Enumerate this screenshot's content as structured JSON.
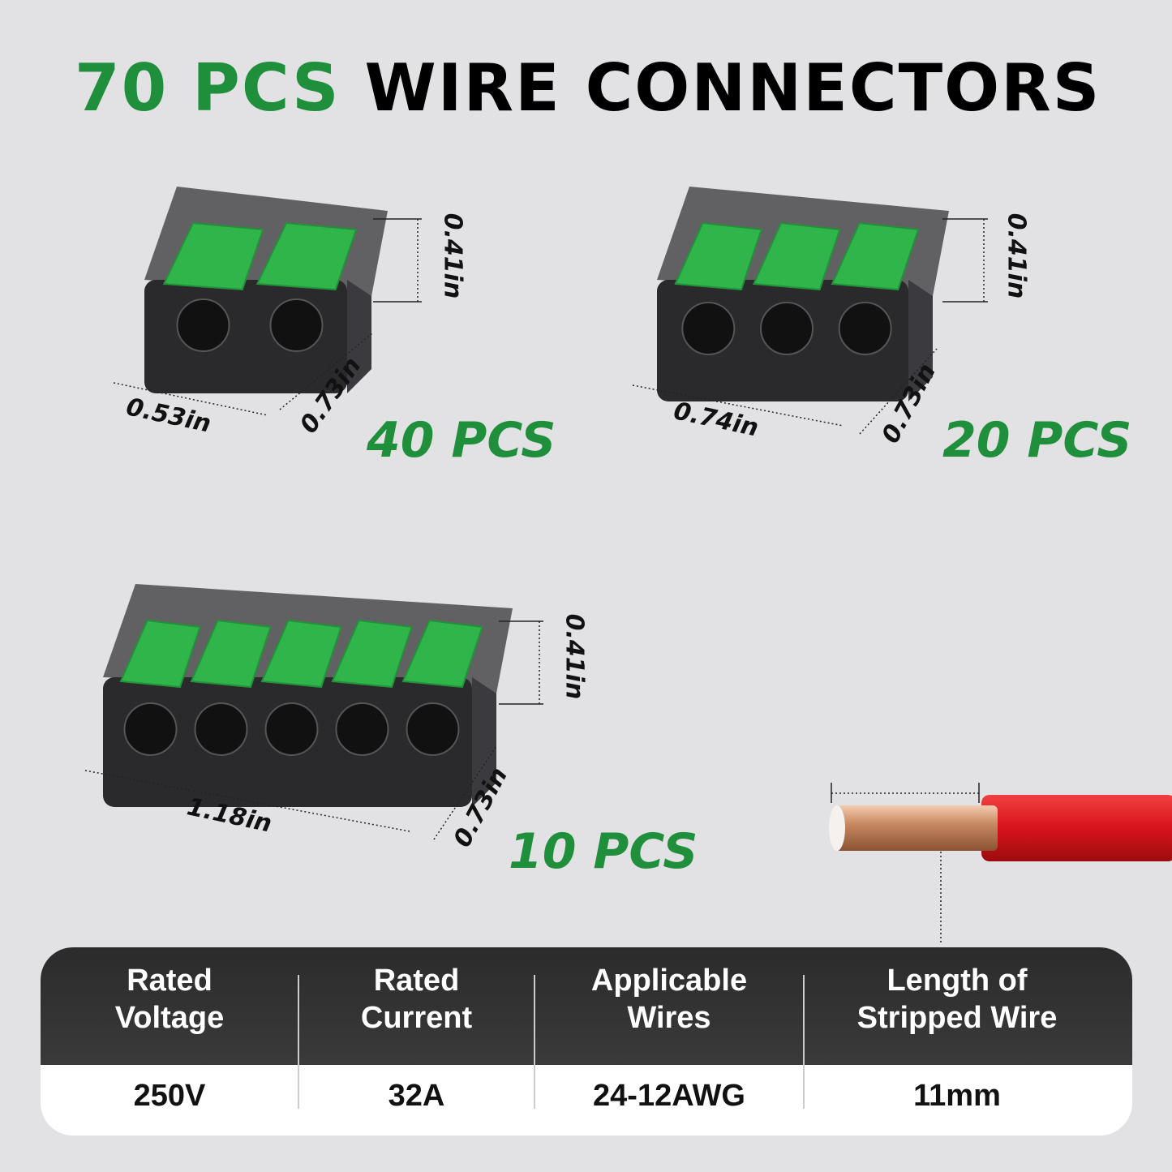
{
  "title": {
    "count": "70 PCS",
    "text": "WIRE CONNECTORS"
  },
  "colors": {
    "accent_green": "#1f8f3b",
    "lever_green": "#2fb54a",
    "wire_red": "#d8141b",
    "header_dark": "#2e2e2e"
  },
  "products": [
    {
      "quantity": "40 PCS",
      "width": "0.53in",
      "depth": "0.73in",
      "height": "0.41in",
      "ports": 2
    },
    {
      "quantity": "20 PCS",
      "width": "0.74in",
      "depth": "0.73in",
      "height": "0.41in",
      "ports": 3
    },
    {
      "quantity": "10 PCS",
      "width": "1.18in",
      "depth": "0.73in",
      "height": "0.41in",
      "ports": 5
    }
  ],
  "table": {
    "headers": [
      "Rated\nVoltage",
      "Rated\nCurrent",
      "Applicable\nWires",
      "Length of\nStripped Wire"
    ],
    "values": [
      "250V",
      "32A",
      "24-12AWG",
      "11mm"
    ]
  }
}
